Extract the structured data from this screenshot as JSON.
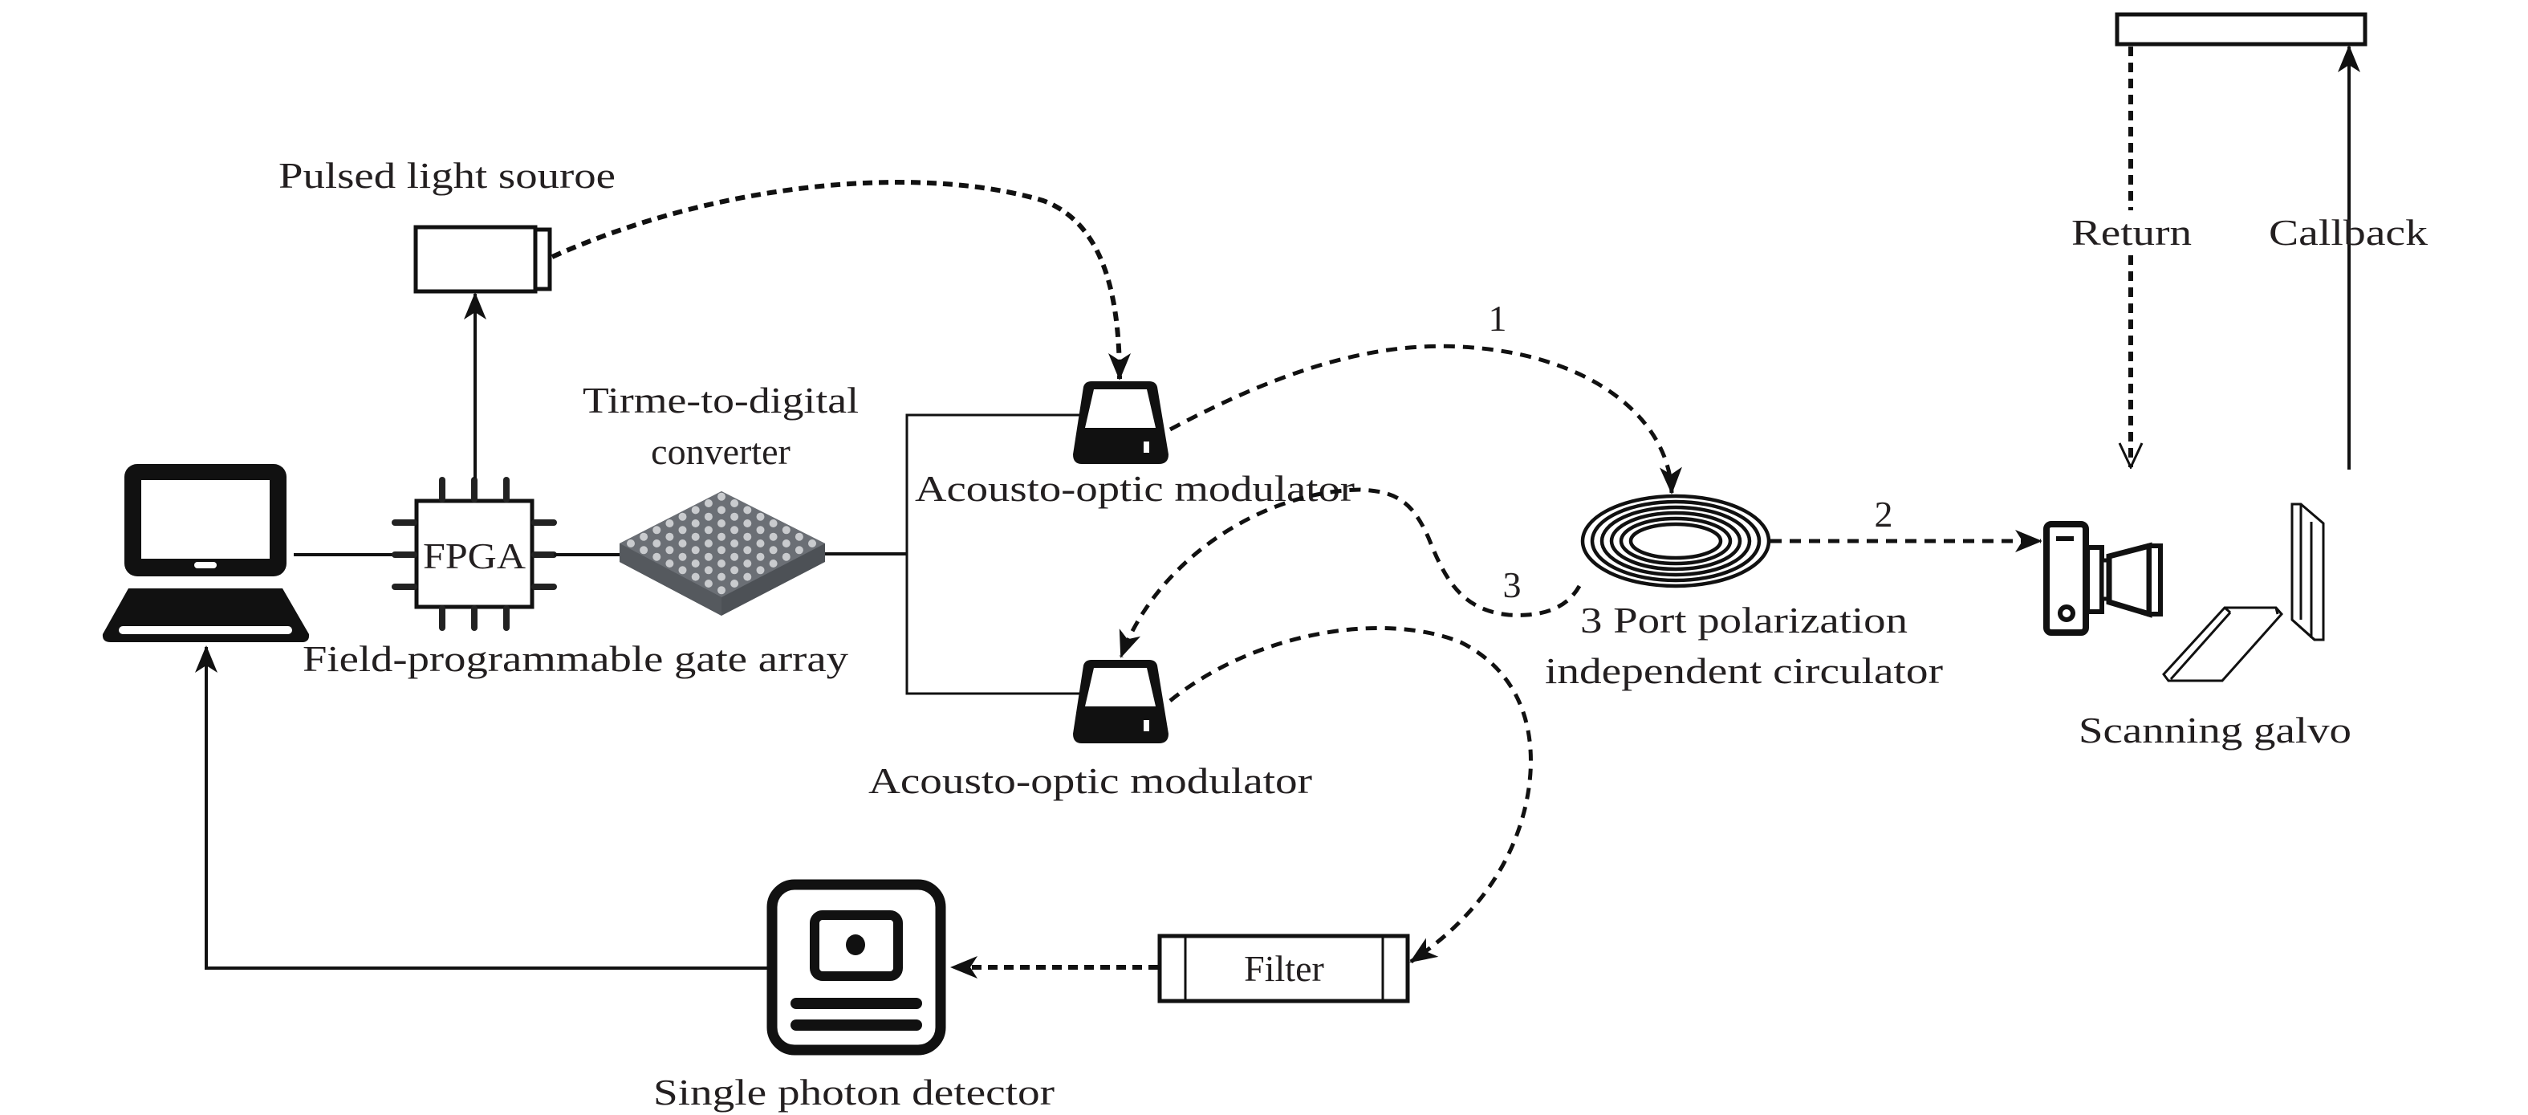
{
  "diagram": {
    "type": "optical-setup-schematic",
    "labels": {
      "pulsed_light_source": "Pulsed light souroe",
      "tdc_line1": "Tirme-to-digital",
      "tdc_line2": "converter",
      "fpga_chip": "FPGA",
      "fpga_caption": "Field-programmable gate array",
      "aom_top": "Acousto-optic modulator",
      "aom_bottom": "Acousto-optic modulator",
      "circulator_line1": "3 Port polarization",
      "circulator_line2": "independent circulator",
      "galvo": "Scanning galvo",
      "return": "Return",
      "callback": "Callback",
      "filter": "Filter",
      "detector": "Single photon detector",
      "port_1": "1",
      "port_2": "2",
      "port_3": "3"
    },
    "nodes": [
      {
        "id": "laptop",
        "icon": "laptop-icon"
      },
      {
        "id": "fpga",
        "icon": "chip-icon"
      },
      {
        "id": "tdc",
        "icon": "bga-chip-icon"
      },
      {
        "id": "light_source",
        "icon": "laser-box-icon"
      },
      {
        "id": "aom_top",
        "icon": "modulator-icon"
      },
      {
        "id": "aom_bottom",
        "icon": "modulator-icon"
      },
      {
        "id": "circulator",
        "icon": "fiber-coil-icon"
      },
      {
        "id": "collimator",
        "icon": "camera-lens-icon"
      },
      {
        "id": "galvo",
        "icon": "mirror-pair-icon"
      },
      {
        "id": "target",
        "icon": "target-plate-icon"
      },
      {
        "id": "filter",
        "icon": "filter-box-icon"
      },
      {
        "id": "detector",
        "icon": "detector-icon"
      }
    ],
    "edges": [
      {
        "from": "laptop",
        "to": "fpga",
        "style": "solid"
      },
      {
        "from": "fpga",
        "to": "tdc",
        "style": "solid"
      },
      {
        "from": "fpga",
        "to": "light_source",
        "style": "solid-arrow"
      },
      {
        "from": "tdc",
        "to": "aom_top",
        "style": "solid"
      },
      {
        "from": "tdc",
        "to": "aom_bottom",
        "style": "solid"
      },
      {
        "from": "light_source",
        "to": "aom_top",
        "style": "dashed-arrow"
      },
      {
        "from": "aom_top",
        "to": "circulator",
        "style": "dashed-arrow",
        "label": "1"
      },
      {
        "from": "circulator",
        "to": "collimator",
        "style": "dashed-arrow",
        "label": "2"
      },
      {
        "from": "circulator",
        "to": "aom_bottom",
        "style": "dashed-arrow",
        "label": "3"
      },
      {
        "from": "aom_bottom",
        "to": "filter",
        "style": "dashed-arrow"
      },
      {
        "from": "filter",
        "to": "detector",
        "style": "dashed-arrow"
      },
      {
        "from": "detector",
        "to": "laptop",
        "style": "solid-arrow"
      },
      {
        "from": "target",
        "to": "collimator",
        "style": "dashed-arrow",
        "label": "Return"
      },
      {
        "from": "galvo",
        "to": "target",
        "style": "solid-arrow",
        "label": "Callback"
      }
    ]
  }
}
